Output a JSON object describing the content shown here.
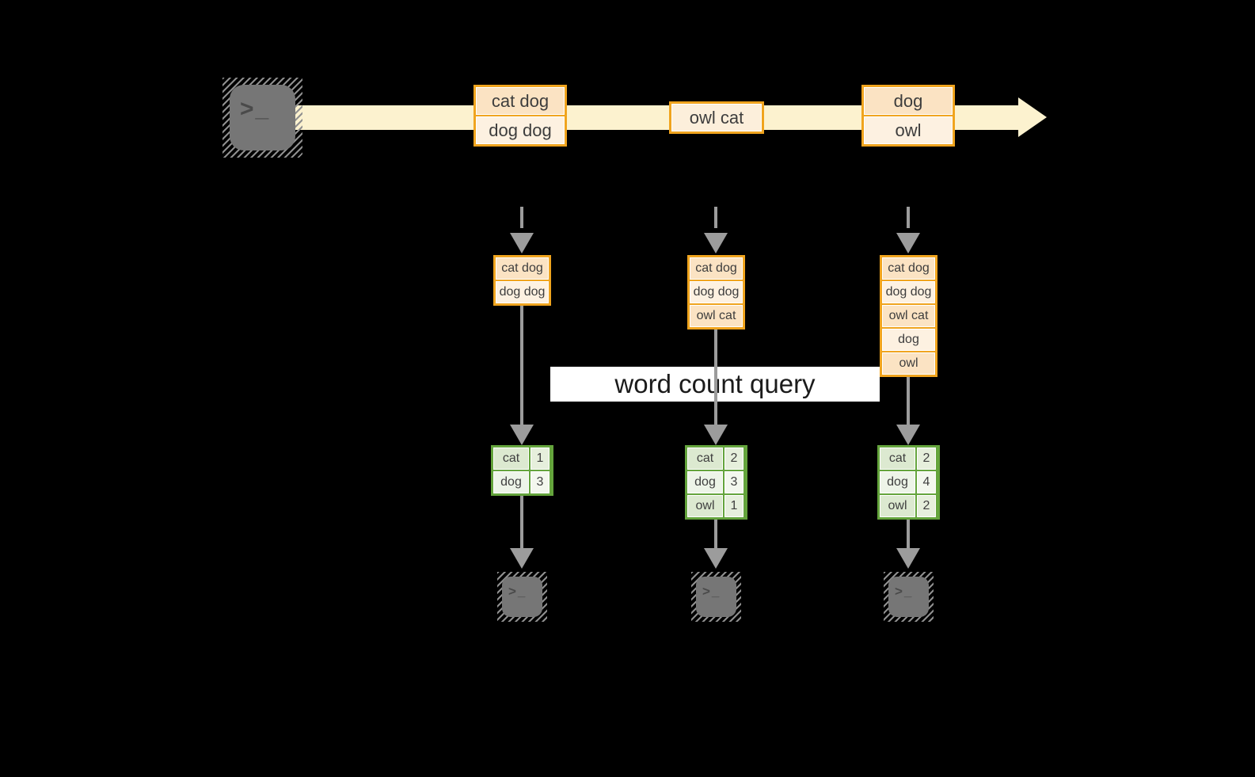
{
  "stream": {
    "source_glyph": ">_",
    "batches": [
      {
        "rows": [
          "cat dog",
          "dog dog"
        ]
      },
      {
        "rows": [
          "owl cat"
        ]
      },
      {
        "rows": [
          "dog",
          "owl"
        ]
      }
    ]
  },
  "query_label": "word count query",
  "columns": [
    {
      "state_rows": [
        "cat dog",
        "dog dog"
      ],
      "count_rows": [
        {
          "word": "cat",
          "count": "1"
        },
        {
          "word": "dog",
          "count": "3"
        }
      ],
      "sink_glyph": ">_"
    },
    {
      "state_rows": [
        "cat dog",
        "dog dog",
        "owl cat"
      ],
      "count_rows": [
        {
          "word": "cat",
          "count": "2"
        },
        {
          "word": "dog",
          "count": "3"
        },
        {
          "word": "owl",
          "count": "1"
        }
      ],
      "sink_glyph": ">_"
    },
    {
      "state_rows": [
        "cat dog",
        "dog dog",
        "owl cat",
        "dog",
        "owl"
      ],
      "count_rows": [
        {
          "word": "cat",
          "count": "2"
        },
        {
          "word": "dog",
          "count": "4"
        },
        {
          "word": "owl",
          "count": "2"
        }
      ],
      "sink_glyph": ">_"
    }
  ],
  "colors": {
    "background": "#000000",
    "stream_band": "#FCF2CF",
    "orange_border": "#F0A41E",
    "peach_fill": "#FBE3C3",
    "cream_fill": "#FDF1E1",
    "green_border": "#64A43C",
    "green_fill_word": "#DCE9D0",
    "green_fill_count": "#EDF4E8",
    "arrow_gray": "#9C9C9C",
    "terminal_gray": "#767676",
    "query_band_bg": "#FFFFFF"
  }
}
